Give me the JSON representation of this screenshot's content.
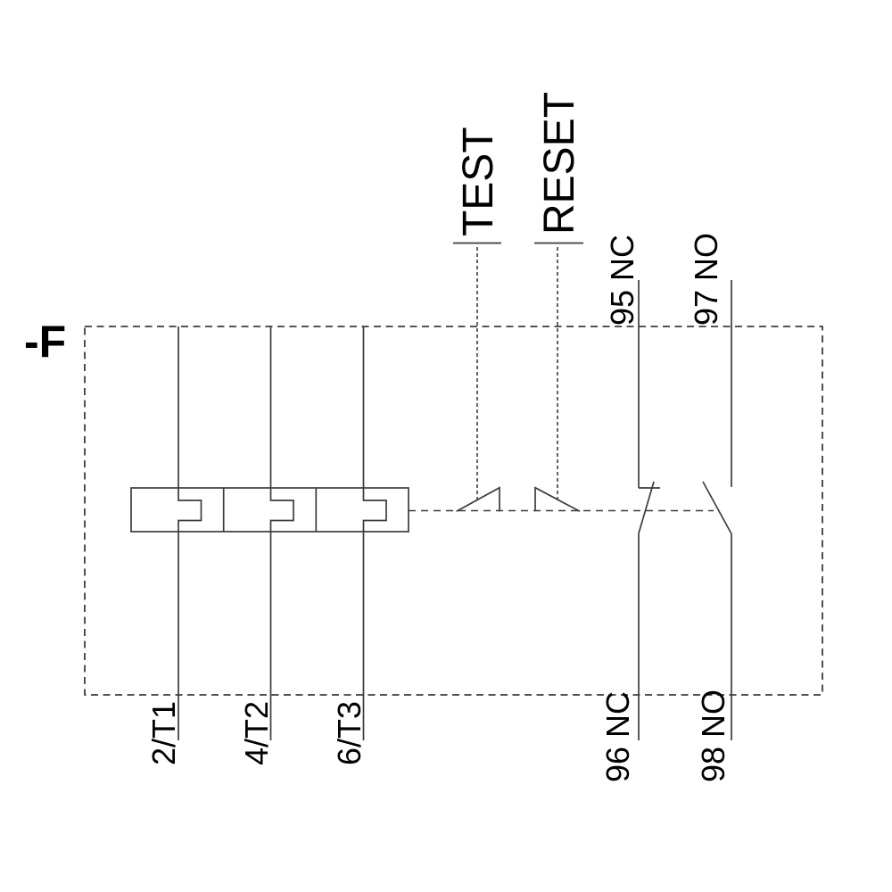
{
  "diagram": {
    "type": "electrical-schematic",
    "description": "Thermal overload relay circuit symbol",
    "device_label": "-F",
    "buttons": {
      "test": "TEST",
      "reset": "RESET"
    },
    "terminals": {
      "t1": "2/T1",
      "t2": "4/T2",
      "t3": "6/T3",
      "nc_top": "95 NC",
      "nc_bottom": "96 NC",
      "no_top": "97 NO",
      "no_bottom": "98 NO"
    },
    "colors": {
      "line": "#3c3c3c",
      "text": "#000000",
      "background": "#ffffff"
    }
  }
}
